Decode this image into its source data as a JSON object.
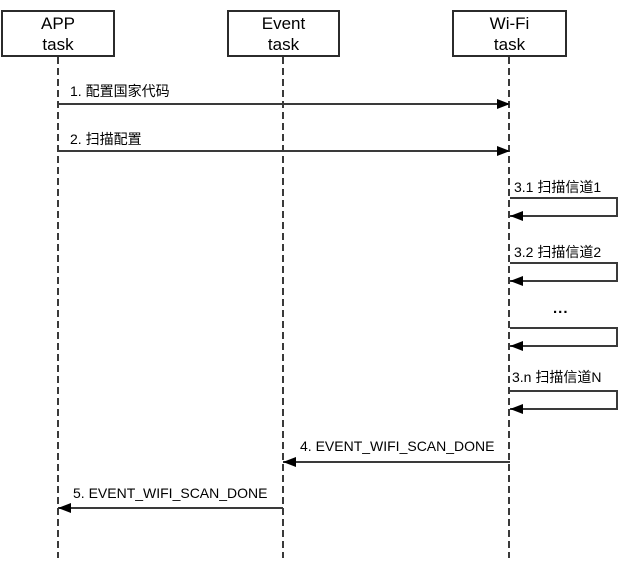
{
  "diagram_type": "sequence-diagram",
  "actors": [
    {
      "id": "app-task",
      "line1": "APP",
      "line2": "task"
    },
    {
      "id": "event-task",
      "line1": "Event",
      "line2": "task"
    },
    {
      "id": "wifi-task",
      "line1": "Wi-Fi",
      "line2": "task"
    }
  ],
  "messages": [
    {
      "label": "1. 配置国家代码",
      "from": "APP task",
      "to": "Wi-Fi task"
    },
    {
      "label": "2. 扫描配置",
      "from": "APP task",
      "to": "Wi-Fi task"
    },
    {
      "label": "3.1 扫描信道1",
      "from": "Wi-Fi task",
      "to": "Wi-Fi task"
    },
    {
      "label": "3.2 扫描信道2",
      "from": "Wi-Fi task",
      "to": "Wi-Fi task"
    },
    {
      "label": "...",
      "from": "Wi-Fi task",
      "to": "Wi-Fi task"
    },
    {
      "label": "3.n 扫描信道N",
      "from": "Wi-Fi task",
      "to": "Wi-Fi task"
    },
    {
      "label": "4. EVENT_WIFI_SCAN_DONE",
      "from": "Wi-Fi task",
      "to": "Event task"
    },
    {
      "label": "5. EVENT_WIFI_SCAN_DONE",
      "from": "Event task",
      "to": "APP task"
    }
  ],
  "colors": {
    "background": "#ffffff",
    "line": "#3a3a3a",
    "text": "#000000"
  }
}
